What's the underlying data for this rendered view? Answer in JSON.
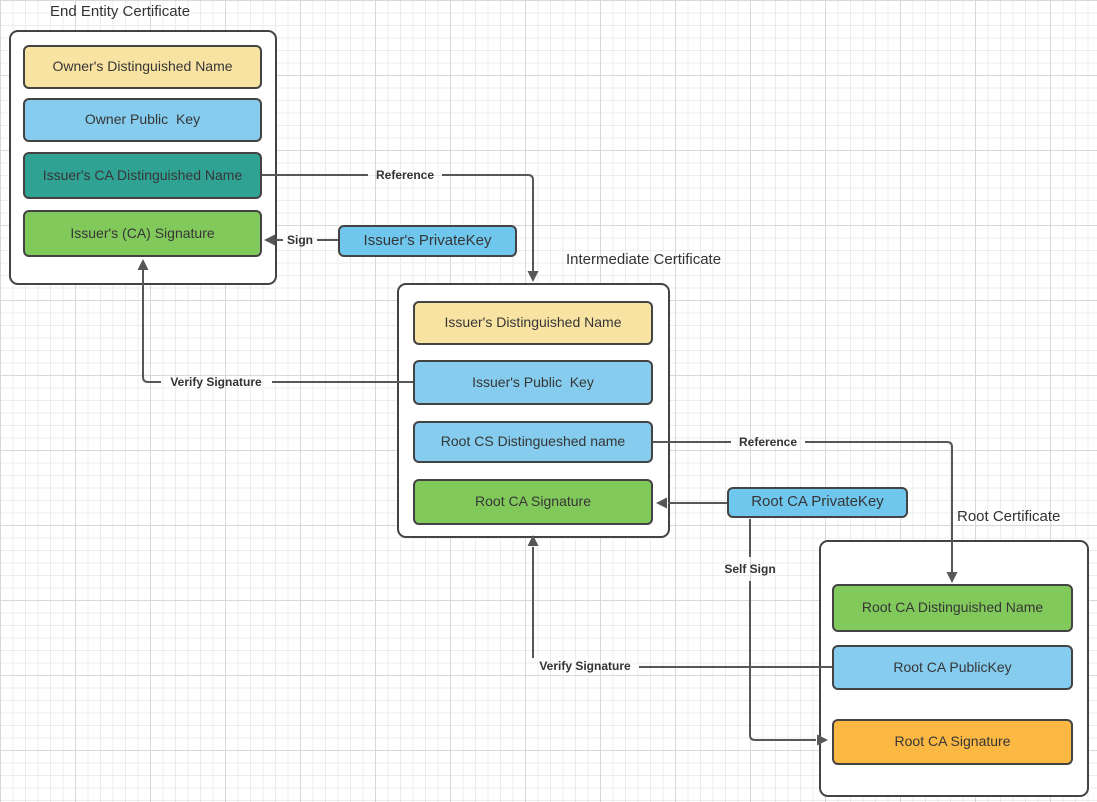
{
  "diagram": {
    "type": "certificate-chain-flowchart",
    "background": "grid",
    "containers": [
      {
        "id": "end-entity-certificate",
        "title": "End Entity Certificate",
        "rows": [
          {
            "label": "Owner's Distinguished Name",
            "color": "#F8E3A2"
          },
          {
            "label": "Owner Public  Key",
            "color": "#85CCEE"
          },
          {
            "label": "Issuer's CA Distinguished Name",
            "color": "#30A294"
          },
          {
            "label": "Issuer's (CA) Signature",
            "color": "#82C95B"
          }
        ]
      },
      {
        "id": "intermediate-certificate",
        "title": "Intermediate Certificate",
        "rows": [
          {
            "label": "Issuer's Distinguished Name",
            "color": "#F8E3A2"
          },
          {
            "label": "Issuer's Public  Key",
            "color": "#85CCEE"
          },
          {
            "label": "Root CS Distingueshed name",
            "color": "#85CCEE"
          },
          {
            "label": "Root CA Signature",
            "color": "#82C95B"
          }
        ]
      },
      {
        "id": "root-certificate",
        "title": "Root Certificate",
        "rows": [
          {
            "label": "Root CA Distinguished Name",
            "color": "#82C95B"
          },
          {
            "label": "Root CA PublicKey",
            "color": "#85CCEE"
          },
          {
            "label": "Root CA Signature",
            "color": "#FBB944"
          }
        ]
      }
    ],
    "key_nodes": [
      {
        "id": "issuer-private-key",
        "label": "Issuer's PrivateKey",
        "color": "#6FC7EE"
      },
      {
        "id": "root-ca-private-key",
        "label": "Root CA PrivateKey",
        "color": "#6FC7EE"
      }
    ],
    "edges": [
      {
        "id": "sign",
        "label": "Sign",
        "from": "issuer-private-key",
        "to": "issuers-ca-signature"
      },
      {
        "id": "reference-top",
        "label": "Reference",
        "from": "issuers-ca-distinguished-name",
        "to": "intermediate-certificate"
      },
      {
        "id": "verify-signature-left",
        "label": "Verify Signature",
        "from": "issuers-public-key",
        "to": "issuers-ca-signature"
      },
      {
        "id": "reference-bottom",
        "label": "Reference",
        "from": "root-cs-distingueshed-name",
        "to": "root-ca-distinguished-name"
      },
      {
        "id": "root-ca-sign",
        "label": "",
        "from": "root-ca-private-key",
        "to": "root-ca-signature-intermediate"
      },
      {
        "id": "self-sign",
        "label": "Self Sign",
        "from": "root-ca-private-key",
        "to": "root-ca-signature-root"
      },
      {
        "id": "verify-signature-bottom",
        "label": "Verify Signature",
        "from": "root-ca-publickey",
        "to": "root-ca-signature-intermediate"
      }
    ],
    "colors": {
      "yellow": "#F8E3A2",
      "blue": "#85CCEE",
      "key_blue": "#6FC7EE",
      "teal": "#30A294",
      "green": "#82C95B",
      "orange": "#FBB944",
      "shape_border": "#434343",
      "line": "#575757",
      "text": "#363636",
      "grid_minor": "#ECECEC",
      "grid_major": "#D8D8D8"
    }
  }
}
